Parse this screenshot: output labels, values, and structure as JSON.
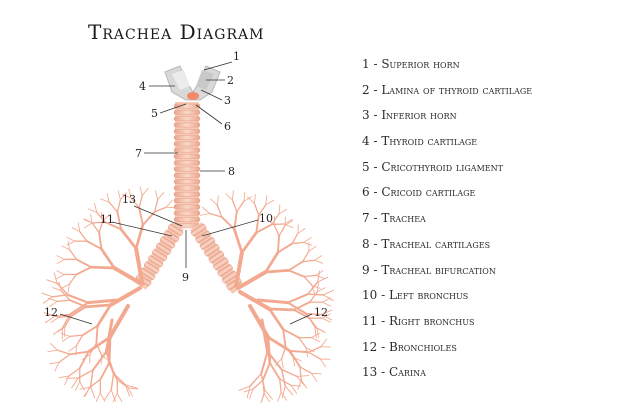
{
  "title": "Trachea Diagram",
  "callouts": [
    "1",
    "2",
    "3",
    "4",
    "5",
    "6",
    "7",
    "8",
    "9",
    "10",
    "11",
    "12",
    "12",
    "13"
  ],
  "legend": [
    "1 - Superior horn",
    "2 - Lamina of thyroid cartilage",
    "3 - Inferior horn",
    "4 - Thyroid cartilage",
    "5 - Cricothyroid ligament",
    "6 - Cricoid cartilage",
    "7 - Trachea",
    "8 - Tracheal cartilages",
    "9 - Tracheal bifurcation",
    "10 - Left bronchus",
    "11 - Right bronchus",
    "12 - Bronchioles",
    "13 - Carina"
  ],
  "colors": {
    "cartilage": "#f2b9a3",
    "cartilage_dark": "#e39a82",
    "thyroid": "#d4d4d4",
    "ligament": "#f28a6a",
    "bronchi": "#f3a990",
    "line": "#333333"
  }
}
